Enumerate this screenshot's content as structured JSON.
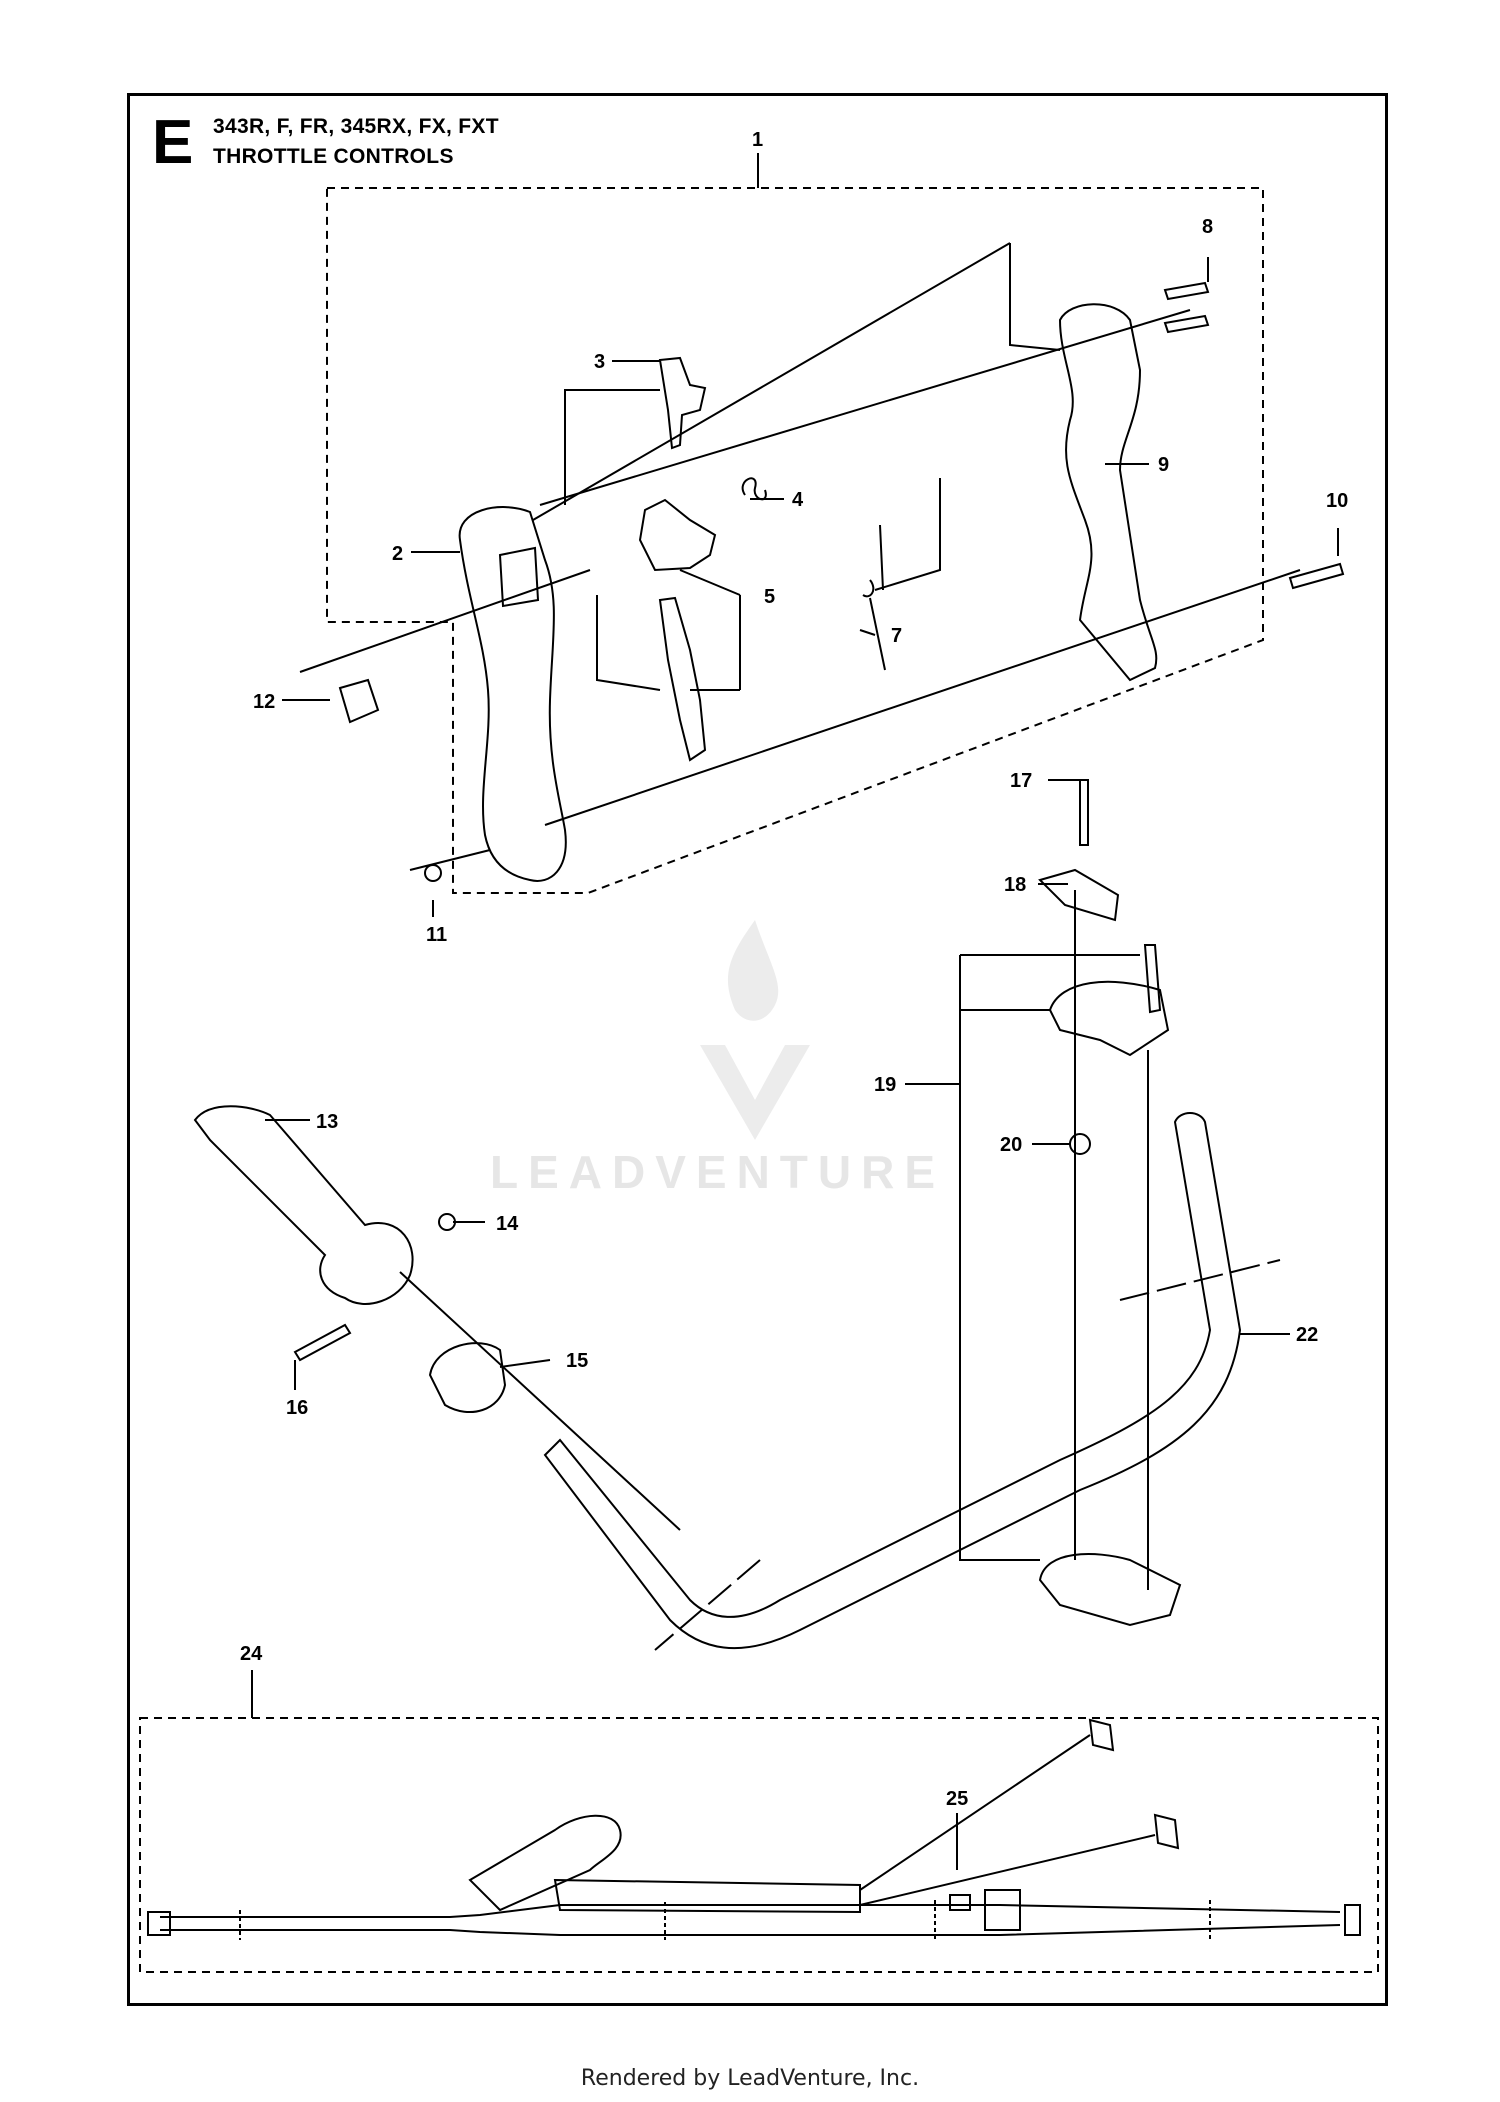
{
  "header": {
    "section_letter": "E",
    "models": "343R, F, FR, 345RX, FX, FXT",
    "title": "THROTTLE CONTROLS"
  },
  "callouts": [
    "1",
    "2",
    "3",
    "4",
    "5",
    "7",
    "8",
    "9",
    "10",
    "11",
    "12",
    "13",
    "14",
    "15",
    "16",
    "17",
    "18",
    "19",
    "20",
    "22",
    "24",
    "25"
  ],
  "watermark": {
    "brand": "LEADVENTURE",
    "icon": "flame-v-logo"
  },
  "footer": {
    "text": "Rendered by LeadVenture, Inc."
  }
}
